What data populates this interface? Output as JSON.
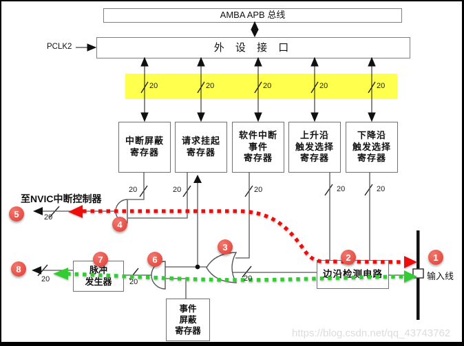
{
  "header": {
    "amba_bus": "AMBA APB 总线",
    "peripheral_interface": "外 设 接 口",
    "pclk_label": "PCLK2"
  },
  "band_widths": [
    "20",
    "20",
    "20",
    "20",
    "20"
  ],
  "registers": [
    {
      "lines": [
        "中断屏蔽",
        "寄存器"
      ],
      "width": "20"
    },
    {
      "lines": [
        "请求挂起",
        "寄存器"
      ],
      "width": "20"
    },
    {
      "lines": [
        "软件中断",
        "事件",
        "寄存器"
      ],
      "width": "20"
    },
    {
      "lines": [
        "上升沿",
        "触发选择",
        "寄存器"
      ],
      "width": "20"
    },
    {
      "lines": [
        "下降沿",
        "触发选择",
        "寄存器"
      ],
      "width": "20"
    }
  ],
  "blocks": {
    "to_nvic_label": "至NVIC中断控制器",
    "pulse_generator": {
      "lines": [
        "脉冲",
        "发生器"
      ]
    },
    "event_mask": {
      "lines": [
        "事件",
        "屏蔽",
        "寄存器"
      ]
    },
    "edge_detect": "边沿检测电路",
    "input_line_label": "输入线"
  },
  "wire_widths": {
    "nvic_out": "20",
    "pulse_out": "20",
    "gate_to_pulse": "20",
    "edge_to_or": "20"
  },
  "steps": [
    "1",
    "2",
    "3",
    "4",
    "5",
    "6",
    "7",
    "8"
  ],
  "watermark": "https://blog.csdn.net/qq_43743762",
  "colors": {
    "highlight_band": "#ffff4d",
    "step_badge": "#e8463e",
    "interrupt_path_red": "#ee1111",
    "event_path_green": "#32cd32"
  }
}
